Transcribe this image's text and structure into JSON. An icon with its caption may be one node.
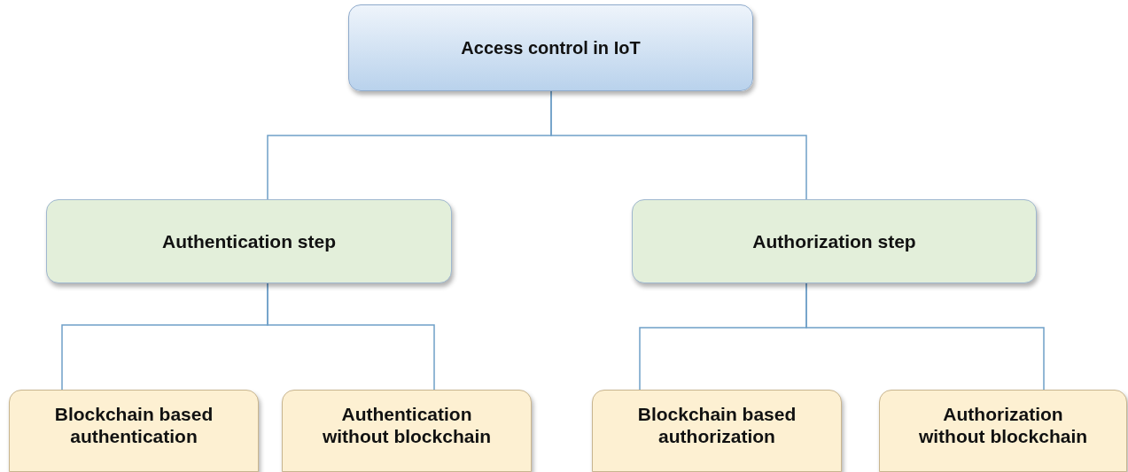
{
  "diagram": {
    "nodes": [
      {
        "text": [
          "Access control in IoT"
        ]
      },
      {
        "text": [
          "Authentication step"
        ]
      },
      {
        "text": [
          "Authorization step"
        ]
      },
      {
        "text": [
          "Blockchain based authentication"
        ]
      },
      {
        "text": [
          "Authentication without blockchain"
        ]
      },
      {
        "text": [
          "Blockchain based authorization"
        ]
      },
      {
        "text": [
          "Authorization without blockchain"
        ]
      }
    ],
    "edges": [
      {
        "from": 0,
        "to": 1,
        "arrow": "none"
      },
      {
        "from": 0,
        "to": 2,
        "arrow": "none"
      },
      {
        "from": 1,
        "to": 3,
        "arrow": "none"
      },
      {
        "from": 1,
        "to": 4,
        "arrow": "none"
      },
      {
        "from": 2,
        "to": 5,
        "arrow": "none"
      },
      {
        "from": 2,
        "to": 6,
        "arrow": "none"
      }
    ]
  }
}
